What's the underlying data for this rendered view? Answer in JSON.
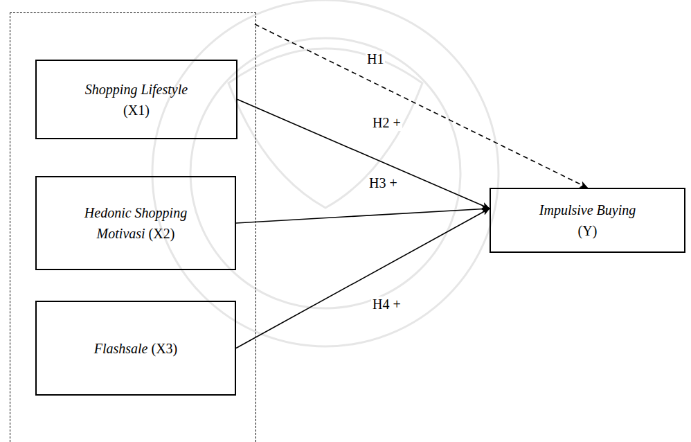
{
  "diagram": {
    "nodes": [
      {
        "text": []
      },
      {
        "text": [
          "Shopping Lifestyle",
          "(X1)"
        ],
        "in": 0
      },
      {
        "text": [
          "Hedonic Shopping Motivasi",
          "(X2)"
        ],
        "in": 0
      },
      {
        "text": [
          "Flashsale",
          "(X3)"
        ],
        "in": 0
      },
      {
        "text": [
          "Impulsive Buying",
          "(Y)"
        ]
      }
    ],
    "edges": [
      {
        "from": 0,
        "to": 4,
        "label": "H1",
        "arrow": "to"
      },
      {
        "from": 1,
        "to": 4,
        "label": "H2 +",
        "arrow": "to"
      },
      {
        "from": 2,
        "to": 4,
        "label": "H3 +",
        "arrow": "to"
      },
      {
        "from": 3,
        "to": 4,
        "label": "H4 +",
        "arrow": "to"
      }
    ]
  }
}
